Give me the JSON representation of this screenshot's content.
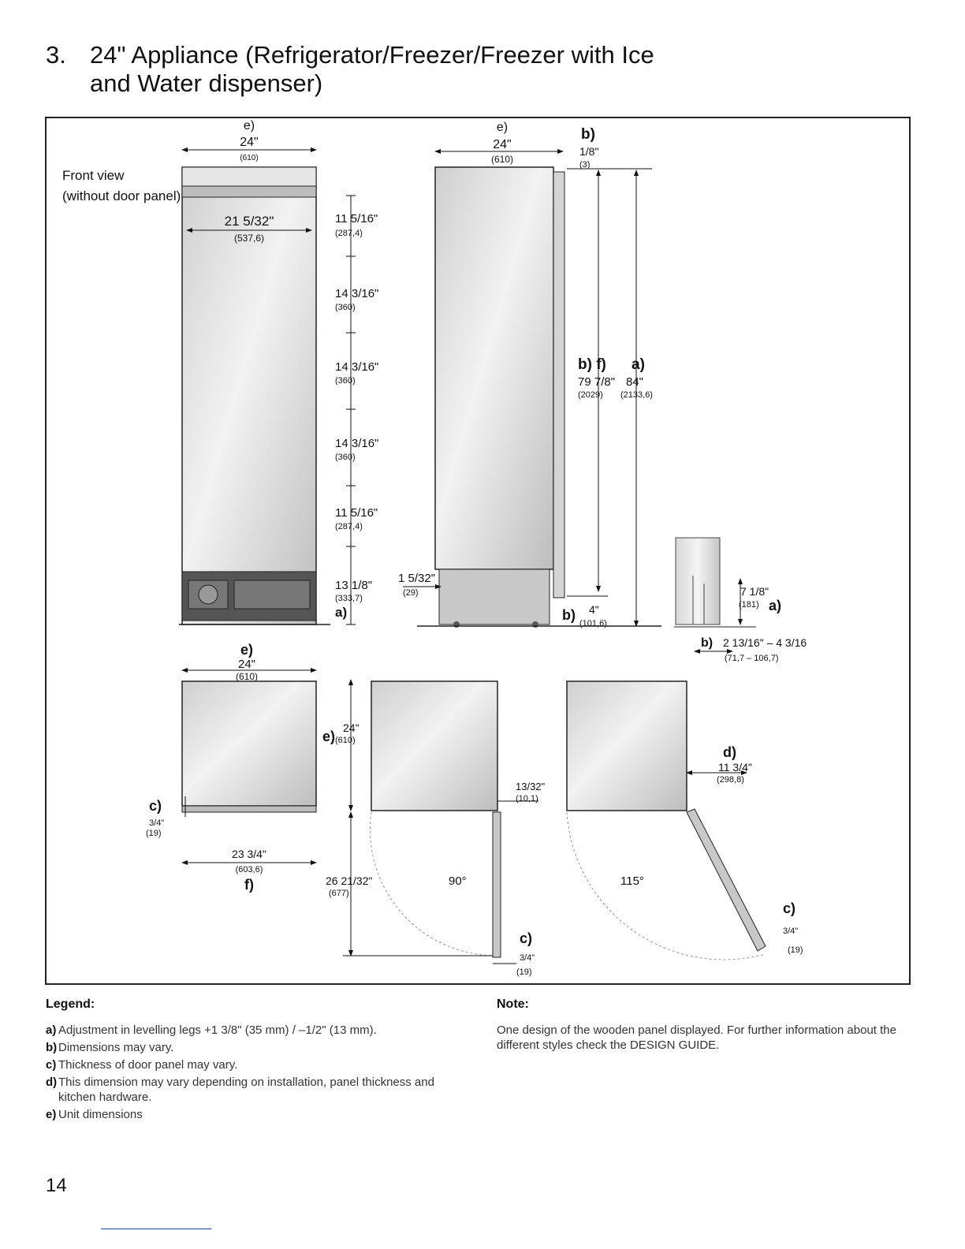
{
  "heading": {
    "number": "3.",
    "line1": "24\" Appliance (Refrigerator/Freezer/Freezer with Ice",
    "line2": "and Water dispenser)"
  },
  "diagram": {
    "front_view": {
      "caption1": "Front view",
      "caption2": "(without door panel)",
      "width_letter": "e)",
      "width_in": "24\"",
      "width_mm": "(610)",
      "inner_in": "21 5/32\"",
      "inner_mm": "(537,6)",
      "segments": [
        {
          "in": "11 5/16\"",
          "mm": "(287,4)"
        },
        {
          "in": "14 3/16\"",
          "mm": "(360)"
        },
        {
          "in": "14 3/16\"",
          "mm": "(360)"
        },
        {
          "in": "14 3/16\"",
          "mm": "(360)"
        },
        {
          "in": "11 5/16\"",
          "mm": "(287,4)"
        },
        {
          "in": "13 1/8\"",
          "mm": "(333,7)"
        }
      ],
      "bottom_letter": "a)"
    },
    "side_view": {
      "width_letter": "e)",
      "width_in": "24\"",
      "width_mm": "(610)",
      "gap_letter": "b)",
      "gap_in": "1/8\"",
      "gap_mm": "(3)",
      "height_letters": "b) f)",
      "height_in": "79 7/8\"",
      "height_mm": "(2029)",
      "total_letter": "a)",
      "total_in": "84\"",
      "total_mm": "(2133,6)",
      "toe_in": "1 5/32\"",
      "toe_mm": "(29)",
      "base_letter": "b)",
      "base_in": "4\"",
      "base_mm": "(101,6)"
    },
    "detail_view": {
      "height_in": "7 1/8\"",
      "height_mm": "(181)",
      "height_letter": "a)",
      "range_letter": "b)",
      "range_in": "2 13/16\" – 4 3/16",
      "range_mm": "(71,7 – 106,7)"
    },
    "top_view": {
      "width_letter": "e)",
      "width_in": "24\"",
      "width_mm": "(610)",
      "depth_letter": "e)",
      "depth_in": "24\"",
      "depth_mm": "(610)",
      "panel_letter": "c)",
      "panel_in": "3/4\"",
      "panel_mm": "(19)",
      "inner_in": "23 3/4\"",
      "inner_mm": "(603,6)",
      "inner_letter": "f)"
    },
    "door_90": {
      "swing_in": "26 21/32\"",
      "swing_mm": "(677)",
      "angle": "90°",
      "gap_in": "13/32\"",
      "gap_mm": "(10,1)",
      "panel_letter": "c)",
      "panel_in": "3/4\"",
      "panel_mm": "(19)"
    },
    "door_115": {
      "letter": "d)",
      "clear_in": "11 3/4\"",
      "clear_mm": "(298,8)",
      "angle": "115°",
      "panel_letter": "c)",
      "panel_in": "3/4\"",
      "panel_mm": "(19)"
    }
  },
  "legend": {
    "title": "Legend:",
    "items": [
      {
        "key": "a)",
        "text": "Adjustment in levelling legs +1 3/8\" (35 mm) / –1/2\" (13 mm)."
      },
      {
        "key": "b)",
        "text": "Dimensions may vary."
      },
      {
        "key": "c)",
        "text": "Thickness of door panel may vary."
      },
      {
        "key": "d)",
        "text": "This dimension may vary depending on installation, panel thickness and kitchen hardware."
      },
      {
        "key": "e)",
        "text": "Unit dimensions"
      }
    ]
  },
  "note": {
    "title": "Note:",
    "text": "One design of the wooden panel displayed. For further information about the different styles check the DESIGN GUIDE."
  },
  "page_number": "14"
}
